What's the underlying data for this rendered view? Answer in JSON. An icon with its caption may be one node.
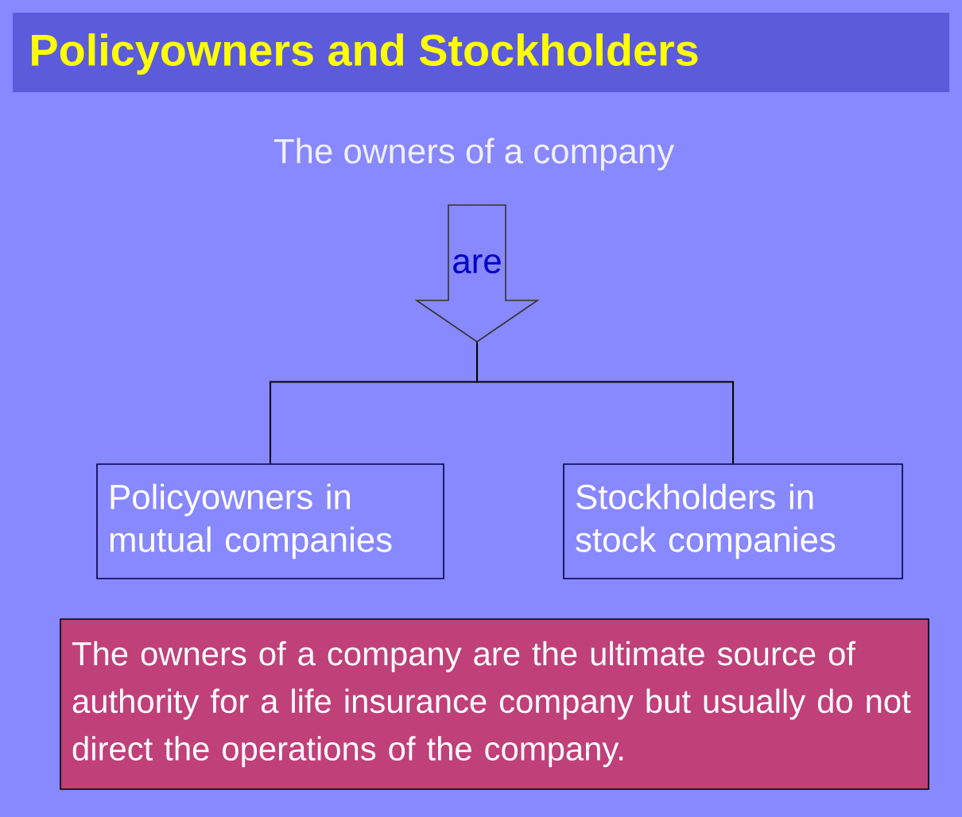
{
  "diagram": {
    "title": "Policyowners and Stockholders",
    "nodes": [
      {
        "text": [
          "The owners of a company"
        ]
      },
      {
        "text": [
          "are"
        ]
      },
      {
        "text": [
          "Policyowners in mutual companies"
        ]
      },
      {
        "text": [
          "Stockholders in stock companies"
        ]
      },
      {
        "text": [
          "The owners of a company are the ultimate source of authority for a life insurance company but usually do not direct the operations of the company."
        ]
      }
    ],
    "edges": [
      {
        "from": 1,
        "to": 2,
        "arrow": "none"
      },
      {
        "from": 1,
        "to": 3,
        "arrow": "none"
      }
    ]
  }
}
